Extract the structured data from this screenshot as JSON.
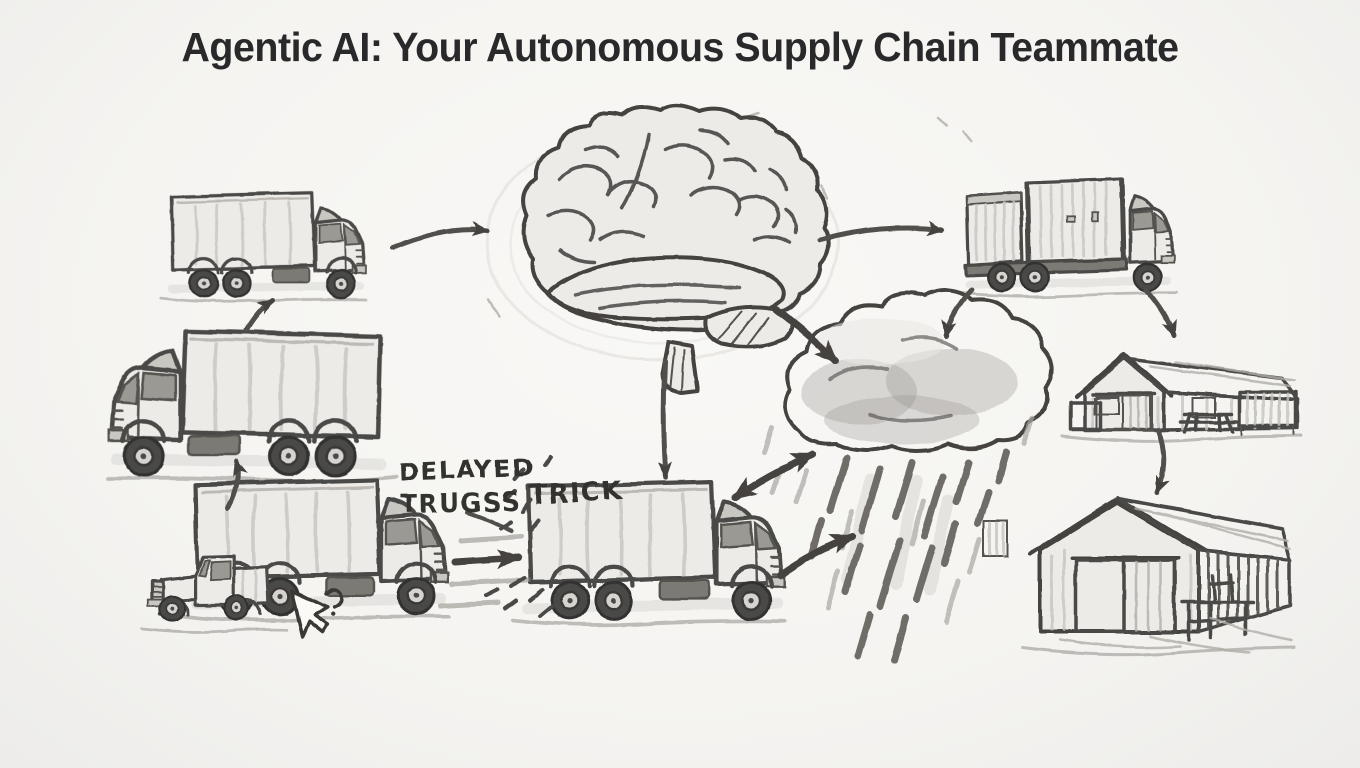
{
  "title": "Agentic AI: Your Autonomous Supply Chain Teammate",
  "labels": {
    "delayed_line1": "DELAYED",
    "delayed_line2": "TRUGSS",
    "truck_mislabel": "TRICK"
  },
  "style": {
    "paper_color": "#f7f6f3",
    "ink_color": "#4a4846",
    "title_color": "#29292b",
    "cloud_color": "#c6c4c0"
  },
  "icons": {
    "cursor": "pointer-arrow-with-question-mark"
  },
  "diagram": {
    "type": "hand-drawn-flow-sketch",
    "nodes": [
      {
        "id": "truck-top-left",
        "kind": "box-truck",
        "facing": "right",
        "position": "top-left"
      },
      {
        "id": "ai-brain",
        "kind": "brain",
        "position": "top-center"
      },
      {
        "id": "truck-top-right",
        "kind": "container-truck",
        "facing": "right",
        "position": "top-right"
      },
      {
        "id": "warehouse-middle-right",
        "kind": "warehouse",
        "position": "middle-right"
      },
      {
        "id": "warehouse-bottom-right",
        "kind": "warehouse-with-dock",
        "position": "bottom-right"
      },
      {
        "id": "storm-cloud",
        "kind": "rain-cloud",
        "position": "center-right"
      },
      {
        "id": "truck-bottom-center",
        "kind": "box-truck",
        "facing": "right",
        "label": "TRICK",
        "position": "bottom-center"
      },
      {
        "id": "delayed-trucks-bottom-left",
        "kind": "truck-pair",
        "label": "DELAYED TRUGSS",
        "has_cursor": true,
        "position": "bottom-left"
      },
      {
        "id": "truck-middle-left",
        "kind": "box-truck",
        "facing": "left",
        "position": "middle-left"
      }
    ],
    "edges": [
      {
        "from": "truck-top-left",
        "to": "ai-brain"
      },
      {
        "from": "ai-brain",
        "to": "truck-top-right"
      },
      {
        "from": "ai-brain",
        "to": "storm-cloud"
      },
      {
        "from": "ai-brain",
        "to": "truck-bottom-center"
      },
      {
        "from": "truck-top-right",
        "to": "storm-cloud"
      },
      {
        "from": "truck-top-right",
        "to": "warehouse-middle-right"
      },
      {
        "from": "warehouse-middle-right",
        "to": "warehouse-bottom-right"
      },
      {
        "from": "truck-bottom-center",
        "to": "storm-cloud",
        "bidirectional": true
      },
      {
        "from": "truck-bottom-center",
        "to": "storm-cloud",
        "note": "sweep-arrow"
      },
      {
        "from": "delayed-trucks-bottom-left",
        "to": "truck-bottom-center"
      },
      {
        "from": "delayed-trucks-bottom-left",
        "to": "truck-middle-left"
      },
      {
        "from": "truck-middle-left",
        "to": "truck-top-left"
      }
    ]
  }
}
